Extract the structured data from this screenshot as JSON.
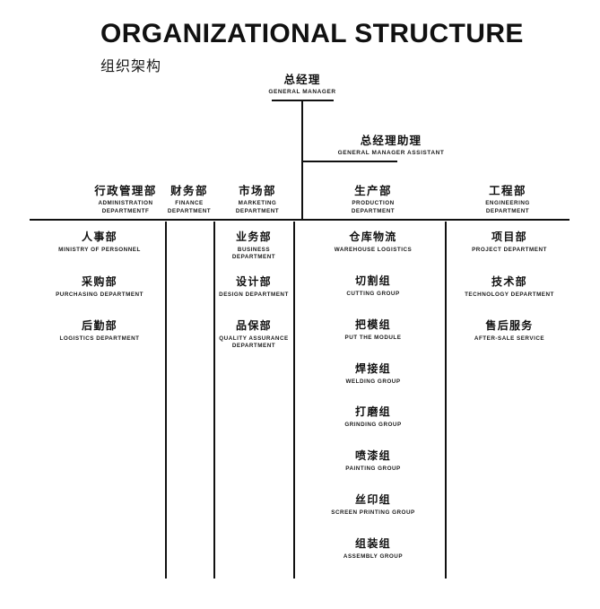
{
  "header": {
    "title": "ORGANIZATIONAL STRUCTURE",
    "subtitle": "组织架构"
  },
  "chart_data": {
    "type": "diagram",
    "diagram_kind": "organizational-chart",
    "title": "ORGANIZATIONAL STRUCTURE",
    "subtitle": "组织架构",
    "orientation": "top-down",
    "levels": 3
  },
  "executives": [
    {
      "zh": "总经理",
      "en": "GENERAL MANAGER"
    },
    {
      "zh": "总经理助理",
      "en": "GENERAL MANAGER ASSISTANT"
    }
  ],
  "departments": [
    {
      "zh": "行政管理部",
      "en_line1": "ADMINISTRATION",
      "en_line2": "DEPARTMENTF",
      "units": [
        {
          "zh": "人事部",
          "en_line1": "MINISTRY OF PERSONNEL",
          "en_line2": ""
        },
        {
          "zh": "采购部",
          "en_line1": "PURCHASING DEPARTMENT",
          "en_line2": ""
        },
        {
          "zh": "后勤部",
          "en_line1": "LOGISTICS DEPARTMENT",
          "en_line2": ""
        }
      ]
    },
    {
      "zh": "财务部",
      "en_line1": "FINANCE",
      "en_line2": "DEPARTMENT",
      "units": []
    },
    {
      "zh": "市场部",
      "en_line1": "MARKETING",
      "en_line2": "DEPARTMENT",
      "units": [
        {
          "zh": "业务部",
          "en_line1": "BUSINESS DEPARTMENT",
          "en_line2": ""
        },
        {
          "zh": "设计部",
          "en_line1": "DESIGN DEPARTMENT",
          "en_line2": ""
        },
        {
          "zh": "品保部",
          "en_line1": "QUALITY ASSURANCE",
          "en_line2": "DEPARTMENT"
        }
      ]
    },
    {
      "zh": "生产部",
      "en_line1": "PRODUCTION",
      "en_line2": "DEPARTMENT",
      "units": [
        {
          "zh": "仓库物流",
          "en_line1": "WAREHOUSE LOGISTICS",
          "en_line2": ""
        },
        {
          "zh": "切割组",
          "en_line1": "CUTTING GROUP",
          "en_line2": ""
        },
        {
          "zh": "把模组",
          "en_line1": "PUT THE MODULE",
          "en_line2": ""
        },
        {
          "zh": "焊接组",
          "en_line1": "WELDING GROUP",
          "en_line2": ""
        },
        {
          "zh": "打磨组",
          "en_line1": "GRINDING GROUP",
          "en_line2": ""
        },
        {
          "zh": "喷漆组",
          "en_line1": "PAINTING GROUP",
          "en_line2": ""
        },
        {
          "zh": "丝印组",
          "en_line1": "SCREEN PRINTING GROUP",
          "en_line2": ""
        },
        {
          "zh": "组装组",
          "en_line1": "ASSEMBLY GROUP",
          "en_line2": ""
        }
      ]
    },
    {
      "zh": "工程部",
      "en_line1": "ENGINEERING",
      "en_line2": "DEPARTMENT",
      "units": [
        {
          "zh": "项目部",
          "en_line1": "PROJECT DEPARTMENT",
          "en_line2": ""
        },
        {
          "zh": "技术部",
          "en_line1": "TECHNOLOGY DEPARTMENT",
          "en_line2": ""
        },
        {
          "zh": "售后服务",
          "en_line1": "AFTER-SALE SERVICE",
          "en_line2": ""
        }
      ]
    }
  ],
  "colors": {
    "line": "#111111",
    "text": "#1a1a1a",
    "background": "#ffffff"
  }
}
